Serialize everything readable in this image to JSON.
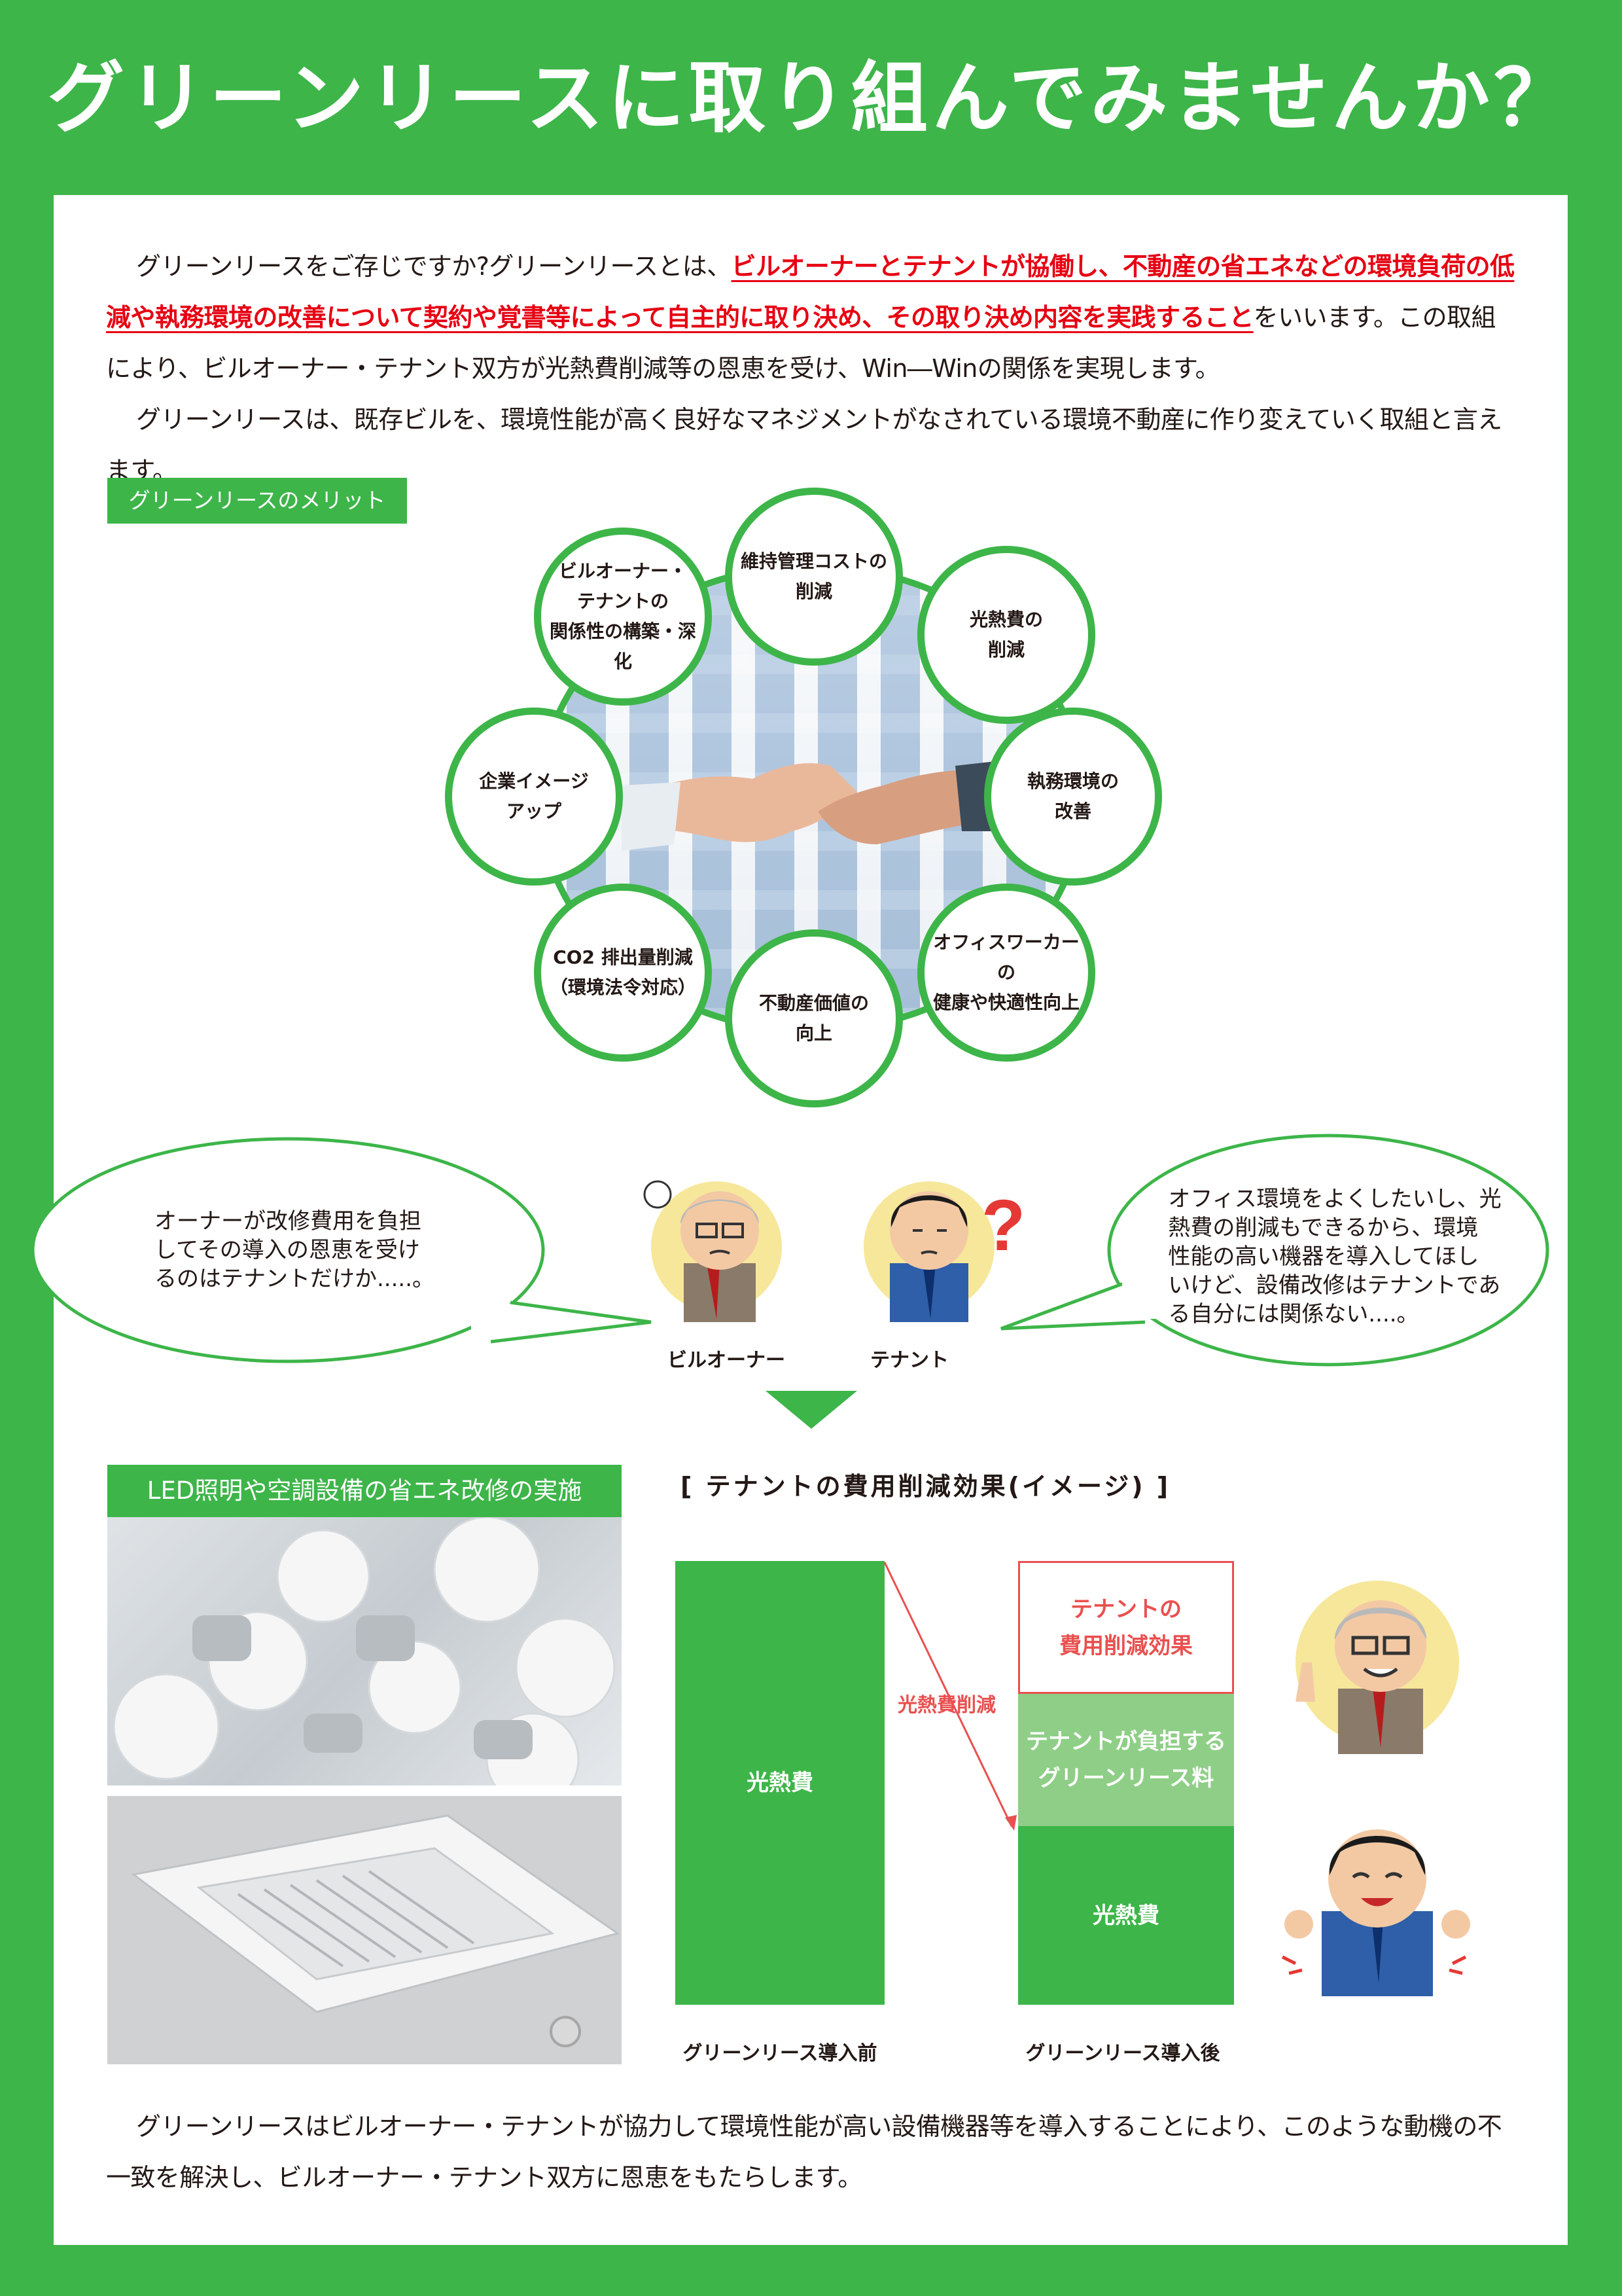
{
  "headline": "グリーンリースに取り組んでみませんか？",
  "intro": {
    "p1_pre": "グリーンリースをご存じですか?グリーンリースとは、",
    "p1_highlight": "ビルオーナーとテナントが協働し、不動産の省エネなどの環境負荷の低減や執務環境の改善について契約や覚書等によって自主的に取り決め、その取り決め内容を実践すること",
    "p1_post": "をいいます。この取組により、ビルオーナー・テナント双方が光熱費削減等の恩恵を受け、Win―Winの関係を実現します。",
    "p2": "グリーンリースは、既存ビルを、環境性能が高く良好なマネジメントがなされている環境不動産に作り変えていく取組と言えます。"
  },
  "merits": {
    "tag": "グリーンリースのメリット",
    "items": [
      "維持管理コストの\n削減",
      "光熱費の\n削減",
      "執務環境の\n改善",
      "オフィスワーカーの\n健康や快適性向上",
      "不動産価値の\n向上",
      "CO2 排出量削減\n（環境法令対応）",
      "企業イメージ\nアップ",
      "ビルオーナー・\nテナントの\n関係性の構築・深化"
    ]
  },
  "dialogue": {
    "owner_speech": "オーナーが改修費用を負担\nしてその導入の恩恵を受け\nるのはテナントだけか.....。",
    "tenant_speech": "オフィス環境をよくしたいし、光\n熱費の削減もできるから、環境\n性能の高い機器を導入してほし\nいけど、設備改修はテナントであ\nる自分には関係ない....。",
    "owner_label": "ビルオーナー",
    "tenant_label": "テナント"
  },
  "photos": {
    "title": "LED照明や空調設備の省エネ改修の実施"
  },
  "chart_data": {
    "type": "bar",
    "title": "[ テナントの費用削減効果(イメージ) ]",
    "categories": [
      "グリーンリース導入前",
      "グリーンリース導入後"
    ],
    "segments": {
      "before": [
        "光熱費"
      ],
      "after": [
        "光熱費",
        "テナントが負担する\nグリーンリース料",
        "テナントの\n費用削減効果"
      ]
    },
    "annotation": "光熱費削減",
    "colors": {
      "utility": "#3db549",
      "lease_fee": "#8fce87",
      "saving_border": "#e9504f"
    }
  },
  "closing": "グリーンリースはビルオーナー・テナントが協力して環境性能が高い設備機器等を導入することにより、このような動機の不一致を解決し、ビルオーナー・テナント双方に恩恵をもたらします。"
}
